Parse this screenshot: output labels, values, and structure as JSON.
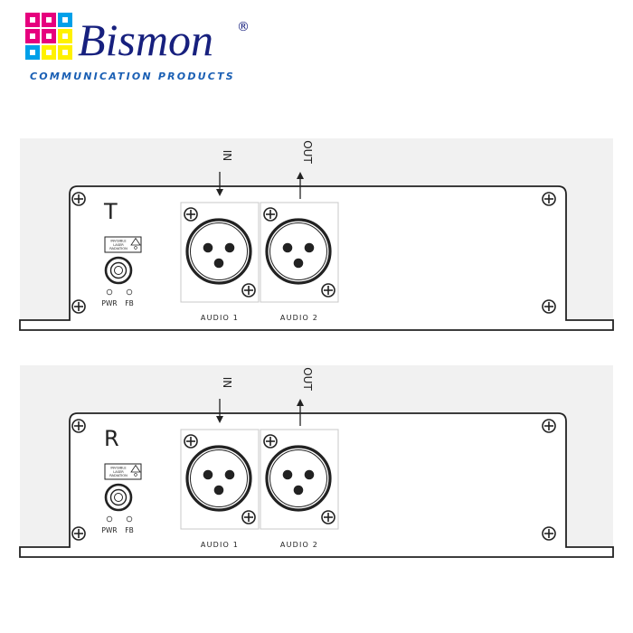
{
  "brand": {
    "name": "Bismon",
    "registered_mark": "®",
    "tagline": "COMMUNICATION PRODUCTS",
    "logo_colors": [
      "#e6007e",
      "#e6007e",
      "#00a0e9",
      "#e6007e",
      "#e6007e",
      "#fff100",
      "#00a0e9",
      "#fff100",
      "#fff100"
    ]
  },
  "units": [
    {
      "id": "transmitter",
      "unit_label": "T",
      "laser_sticker_lines": [
        "INVISIBLE",
        "LASER",
        "RADIATION"
      ],
      "leds": [
        "PWR",
        "FB"
      ],
      "ports": [
        {
          "label": "AUDIO 1",
          "direction": "IN"
        },
        {
          "label": "AUDIO 2",
          "direction": "OUT"
        }
      ]
    },
    {
      "id": "receiver",
      "unit_label": "R",
      "laser_sticker_lines": [
        "INVISIBLE",
        "LASER",
        "RADIATION"
      ],
      "leds": [
        "PWR",
        "FB"
      ],
      "ports": [
        {
          "label": "AUDIO 1",
          "direction": "IN"
        },
        {
          "label": "AUDIO 2",
          "direction": "OUT"
        }
      ]
    }
  ]
}
